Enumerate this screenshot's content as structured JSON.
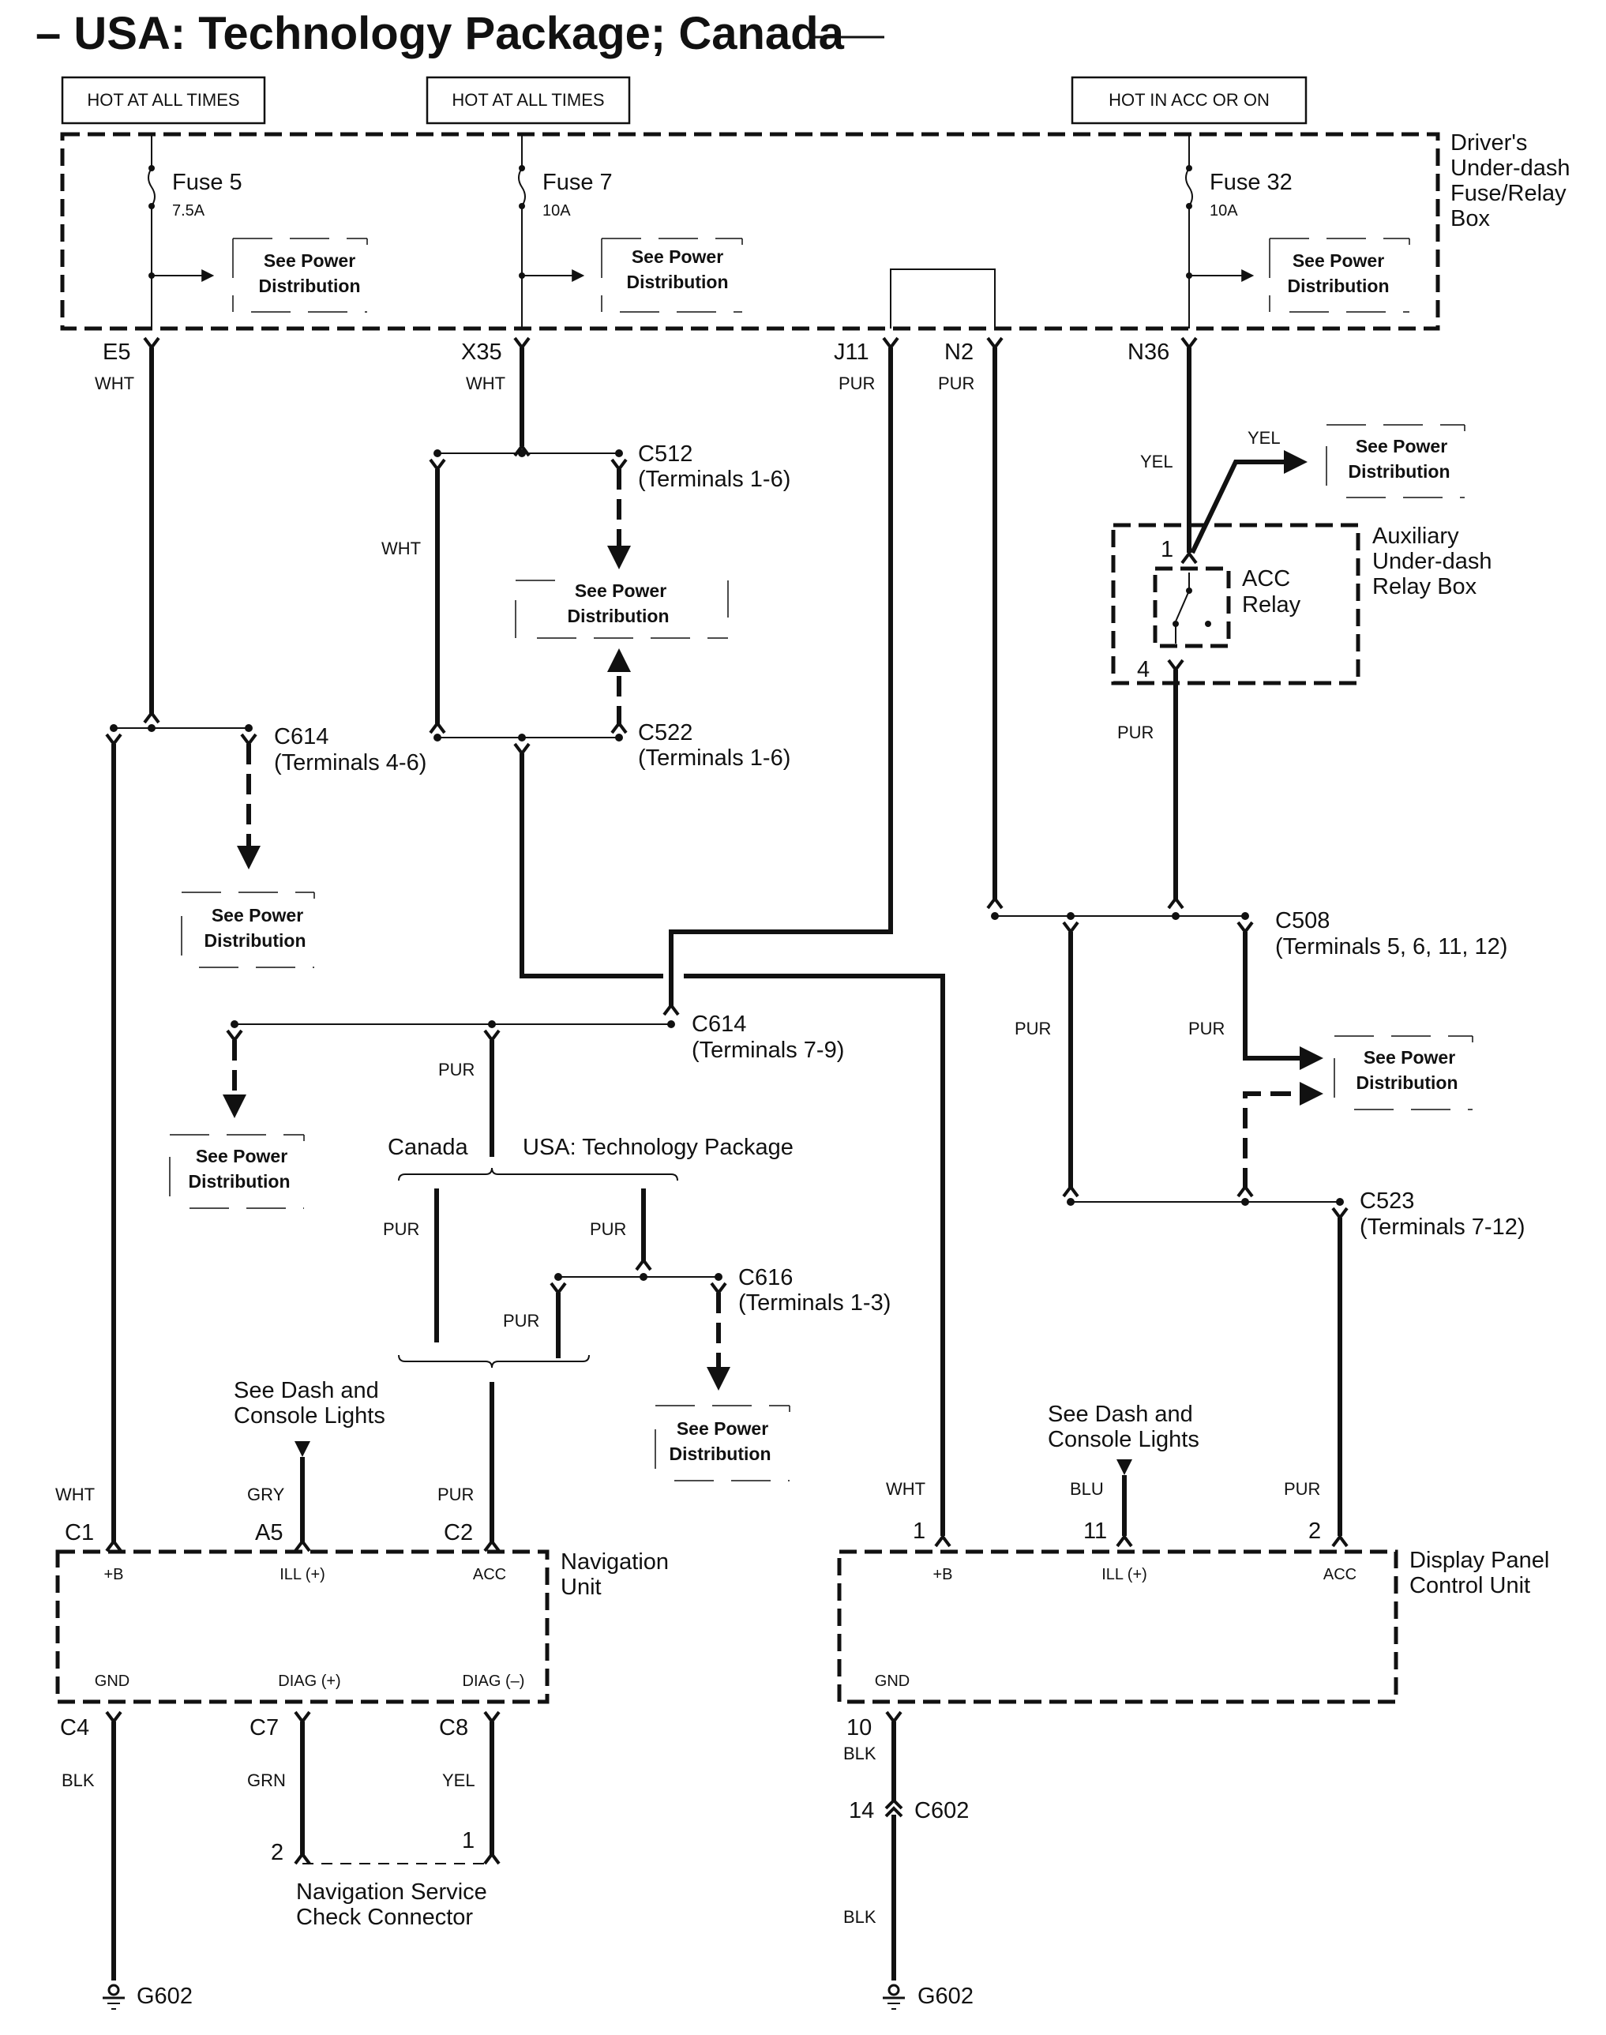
{
  "title": "– USA: Technology Package; Canada",
  "sources": [
    {
      "label": "HOT AT ALL TIMES"
    },
    {
      "label": "HOT AT ALL TIMES"
    },
    {
      "label": "HOT IN ACC OR ON"
    }
  ],
  "fuse_box": {
    "name_lines": [
      "Driver's",
      "Under-dash",
      "Fuse/Relay",
      "Box"
    ],
    "fuses": [
      {
        "name": "Fuse 5",
        "rating": "7.5A",
        "terminal": "E5",
        "wire": "WHT"
      },
      {
        "name": "Fuse 7",
        "rating": "10A",
        "terminal": "X35",
        "wire": "WHT"
      },
      {
        "name": "Fuse 32",
        "rating": "10A",
        "terminal": "N36"
      }
    ],
    "jumper_terminals": [
      {
        "terminal": "J11",
        "wire": "PUR"
      },
      {
        "terminal": "N2",
        "wire": "PUR"
      }
    ]
  },
  "power_dist_ref": {
    "line1": "See Power",
    "line2": "Distribution"
  },
  "relay_box": {
    "name_lines": [
      "Auxiliary",
      "Under-dash",
      "Relay Box"
    ],
    "relay_lines": [
      "ACC",
      "Relay"
    ],
    "pin_in": "1",
    "pin_out": "4",
    "wire_in": "YEL",
    "wire_branch": "YEL",
    "wire_out": "PUR"
  },
  "connectors": {
    "c512": {
      "name": "C512",
      "terminals": "(Terminals 1-6)"
    },
    "c522": {
      "name": "C522",
      "terminals": "(Terminals 1-6)"
    },
    "c614a": {
      "name": "C614",
      "terminals": "(Terminals 4-6)"
    },
    "c614b": {
      "name": "C614",
      "terminals": "(Terminals 7-9)"
    },
    "c508": {
      "name": "C508",
      "terminals": "(Terminals 5, 6, 11, 12)"
    },
    "c523": {
      "name": "C523",
      "terminals": "(Terminals 7-12)"
    },
    "c616": {
      "name": "C616",
      "terminals": "(Terminals 1-3)"
    },
    "c602": {
      "name": "C602",
      "pin": "14"
    }
  },
  "wire_labels": {
    "x35_branch": "WHT",
    "c614b_pur": "PUR",
    "canada_pur": "PUR",
    "usa_pur": "PUR",
    "c616_pur": "PUR",
    "c508_left": "PUR",
    "c508_right": "PUR"
  },
  "variants": {
    "canada": "Canada",
    "usa": "USA: Technology Package"
  },
  "dash_lights_ref": {
    "line1": "See Dash and",
    "line2": "Console Lights"
  },
  "navigation_unit": {
    "name_lines": [
      "Navigation",
      "Unit"
    ],
    "top_pins": [
      {
        "pin": "C1",
        "function": "+B",
        "wire": "WHT"
      },
      {
        "pin": "A5",
        "function": "ILL (+)",
        "wire": "GRY"
      },
      {
        "pin": "C2",
        "function": "ACC",
        "wire": "PUR"
      }
    ],
    "bottom_pins": [
      {
        "pin": "C4",
        "function": "GND",
        "wire": "BLK"
      },
      {
        "pin": "C7",
        "function": "DIAG (+)",
        "wire": "GRN"
      },
      {
        "pin": "C8",
        "function": "DIAG (–)",
        "wire": "YEL"
      }
    ]
  },
  "service_connector": {
    "name_lines": [
      "Navigation Service",
      "Check Connector"
    ],
    "pin_left": "2",
    "pin_right": "1"
  },
  "display_unit": {
    "name_lines": [
      "Display Panel",
      "Control Unit"
    ],
    "top_pins": [
      {
        "pin": "1",
        "function": "+B",
        "wire": "WHT"
      },
      {
        "pin": "11",
        "function": "ILL (+)",
        "wire": "BLU"
      },
      {
        "pin": "2",
        "function": "ACC",
        "wire": "PUR"
      }
    ],
    "bottom_pins": [
      {
        "pin": "10",
        "function": "GND",
        "wire": "BLK"
      }
    ],
    "ground_wire_lower": "BLK"
  },
  "grounds": [
    {
      "name": "G602"
    },
    {
      "name": "G602"
    }
  ]
}
